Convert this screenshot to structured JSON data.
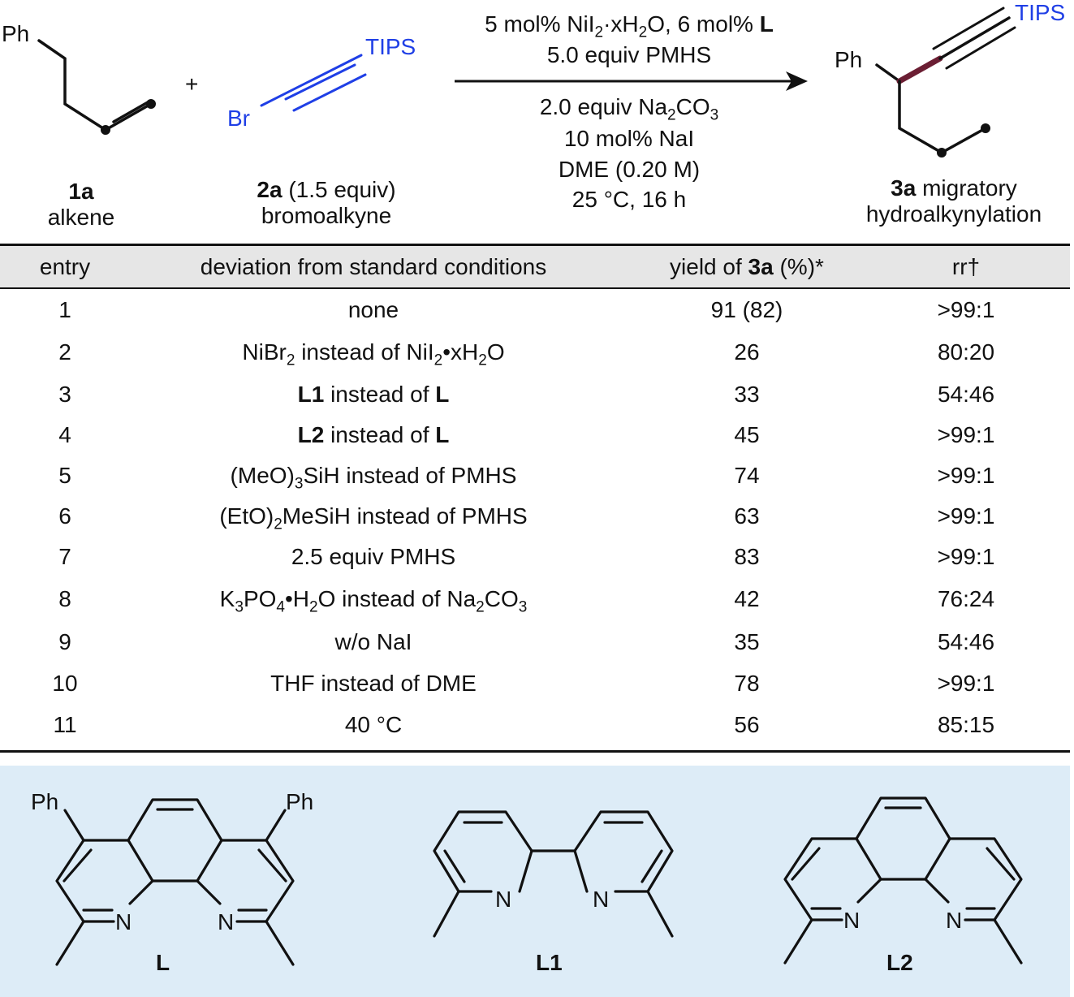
{
  "scheme": {
    "alkene": {
      "id": "1a",
      "label": "alkene",
      "ph": "Ph"
    },
    "plus": "+",
    "bromoalkyne": {
      "id": "2a",
      "equiv": "(1.5 equiv)",
      "label": "bromoalkyne",
      "br": "Br",
      "tips": "TIPS"
    },
    "conditions_above": [
      "5 mol% NiI2·xH2O, 6 mol% L",
      "5.0 equiv PMHS"
    ],
    "conditions_below": [
      "2.0 equiv Na2CO3",
      "10 mol% NaI",
      "DME (0.20 M)",
      "25 °C, 16 h"
    ],
    "product": {
      "id": "3a",
      "label1": "migratory",
      "label2": "hydroalkynylation",
      "ph": "Ph",
      "tips": "TIPS"
    }
  },
  "table": {
    "headers": {
      "entry": "entry",
      "deviation": "deviation from standard conditions",
      "yield_prefix": "yield of",
      "yield_id": "3a",
      "yield_suffix": "(%)*",
      "rr": "rr†"
    },
    "rows": [
      {
        "entry": "1",
        "deviation": "none",
        "yield": "91 (82)",
        "rr": ">99:1"
      },
      {
        "entry": "2",
        "deviation": "NiBr2 instead of NiI2•xH2O",
        "yield": "26",
        "rr": "80:20"
      },
      {
        "entry": "3",
        "deviation": "L1 instead of L",
        "yield": "33",
        "rr": "54:46"
      },
      {
        "entry": "4",
        "deviation": "L2 instead of L",
        "yield": "45",
        "rr": ">99:1"
      },
      {
        "entry": "5",
        "deviation": "(MeO)3SiH instead of PMHS",
        "yield": "74",
        "rr": ">99:1"
      },
      {
        "entry": "6",
        "deviation": "(EtO)2MeSiH instead of PMHS",
        "yield": "63",
        "rr": ">99:1"
      },
      {
        "entry": "7",
        "deviation": "2.5 equiv PMHS",
        "yield": "83",
        "rr": ">99:1"
      },
      {
        "entry": "8",
        "deviation": "K3PO4•H2O instead of Na2CO3",
        "yield": "42",
        "rr": "76:24"
      },
      {
        "entry": "9",
        "deviation": "w/o NaI",
        "yield": "35",
        "rr": "54:46"
      },
      {
        "entry": "10",
        "deviation": "THF instead of DME",
        "yield": "78",
        "rr": ">99:1"
      },
      {
        "entry": "11",
        "deviation": "40 °C",
        "yield": "56",
        "rr": "85:15"
      }
    ]
  },
  "ligands": [
    {
      "id": "L",
      "ph_left": "Ph",
      "ph_right": "Ph",
      "n": "N"
    },
    {
      "id": "L1",
      "n": "N"
    },
    {
      "id": "L2",
      "n": "N"
    }
  ],
  "colors": {
    "heteroatom_blue": "#1f3fe6",
    "new_bond": "#6b1e33",
    "header_gray": "#e6e6e6",
    "ligand_panel": "#ddecf7"
  }
}
